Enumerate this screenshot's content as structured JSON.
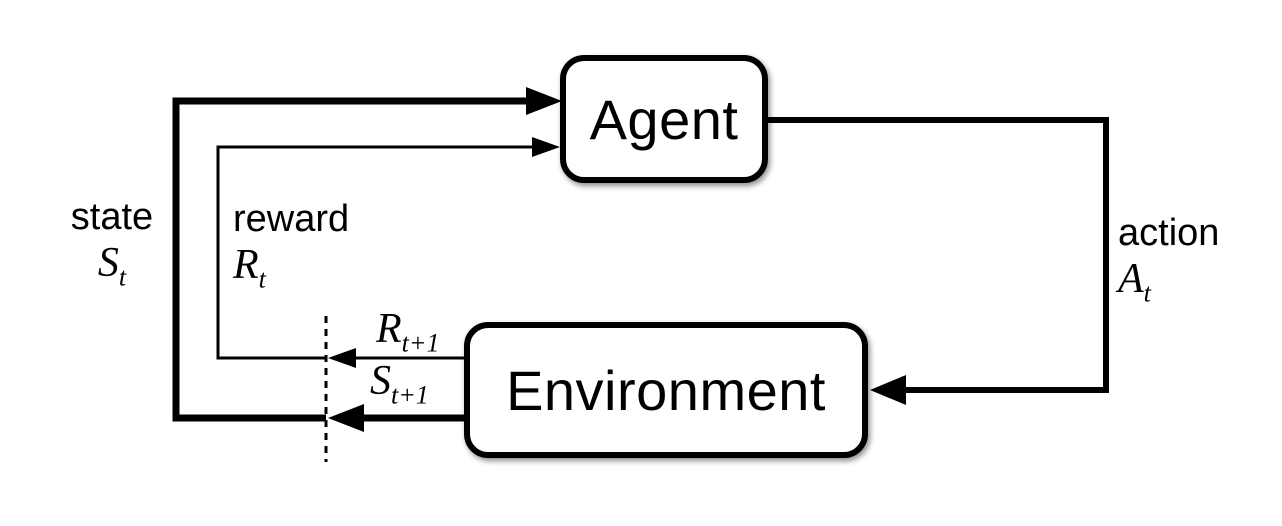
{
  "diagram": {
    "title": "agent-environment-interaction",
    "nodes": {
      "agent": {
        "label": "Agent"
      },
      "environment": {
        "label": "Environment"
      }
    },
    "labels": {
      "state": {
        "word": "state",
        "symbol": "S",
        "subscript": "t"
      },
      "reward": {
        "word": "reward",
        "symbol": "R",
        "subscript": "t"
      },
      "action": {
        "word": "action",
        "symbol": "A",
        "subscript": "t"
      },
      "next_reward": {
        "symbol": "R",
        "subscript": "t+1"
      },
      "next_state": {
        "symbol": "S",
        "subscript": "t+1"
      }
    },
    "colors": {
      "line": "#000000",
      "background": "#ffffff",
      "text": "#000000"
    }
  }
}
